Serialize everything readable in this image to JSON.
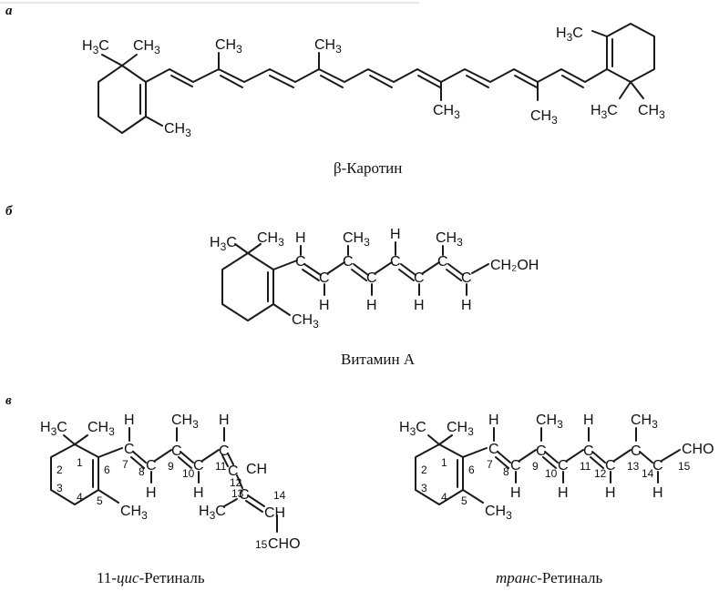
{
  "panels": {
    "a": "а",
    "b": "б",
    "c": "в"
  },
  "captions": {
    "carotene": "β-Каротин",
    "vitamin_a": "Витамин А",
    "cis_prefix": "11-",
    "cis_italic": "цис",
    "cis_suffix": "-Ретиналь",
    "trans_italic": "транс",
    "trans_suffix": "-Ретиналь"
  },
  "atoms": {
    "ch3": "CH",
    "h3c": "H",
    "three": "3",
    "c": "C",
    "h": "H",
    "ch2oh": "CH₂OH",
    "cho": "CHO",
    "ch": "CH"
  },
  "locants": [
    "1",
    "2",
    "3",
    "4",
    "5",
    "6",
    "7",
    "8",
    "9",
    "10",
    "11",
    "12",
    "13",
    "14",
    "15"
  ]
}
